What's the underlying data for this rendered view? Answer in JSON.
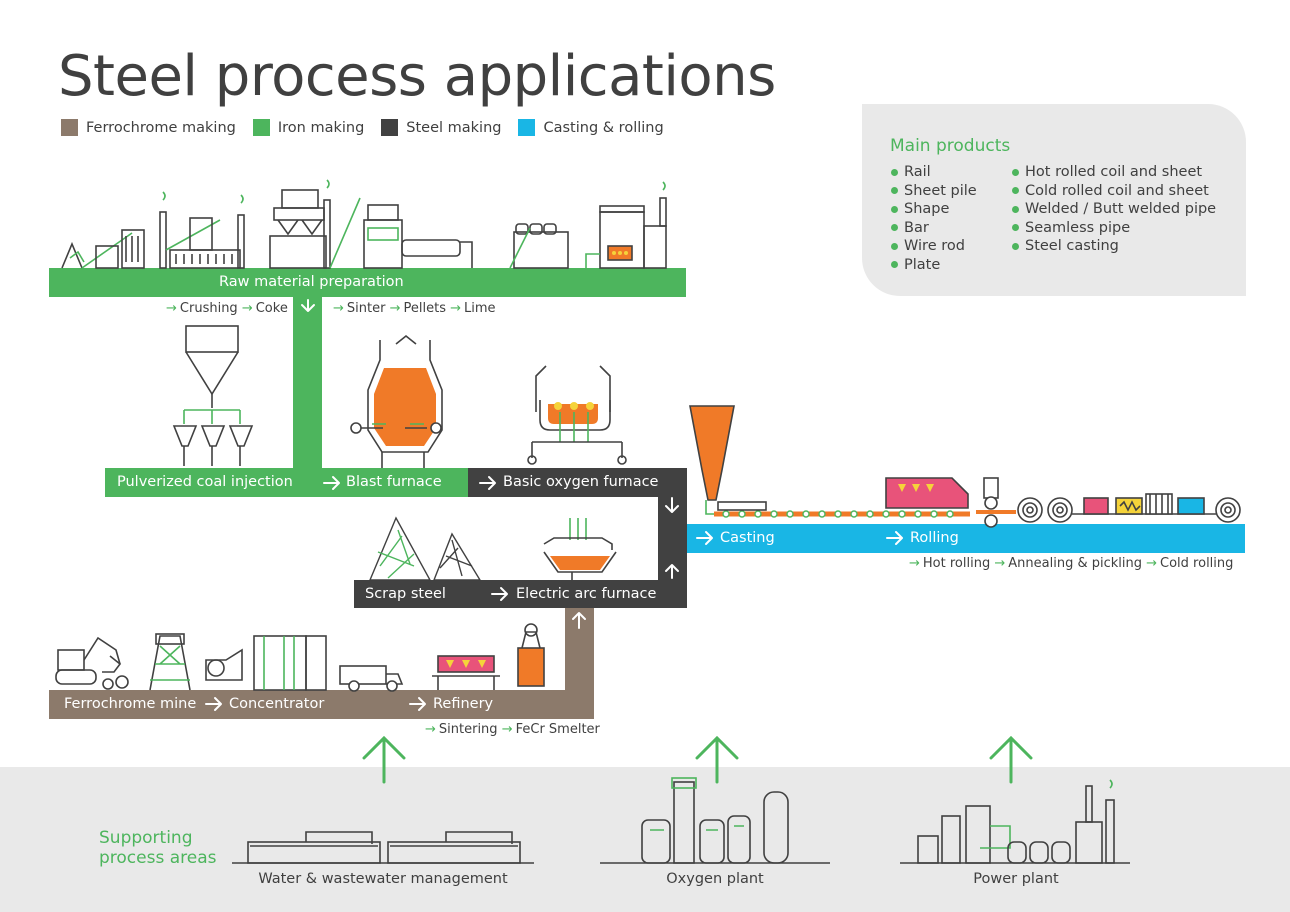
{
  "title": "Steel process applications",
  "legend": [
    {
      "label": "Ferrochrome making",
      "color": "#8c7a6b"
    },
    {
      "label": "Iron making",
      "color": "#4db55d"
    },
    {
      "label": "Steel making",
      "color": "#414141"
    },
    {
      "label": "Casting & rolling",
      "color": "#19b6e5"
    }
  ],
  "products": {
    "title": "Main products",
    "col1": [
      "Rail",
      "Sheet pile",
      "Shape",
      "Bar",
      "Wire rod",
      "Plate"
    ],
    "col2": [
      "Hot rolled coil and sheet",
      "Cold rolled coil and sheet",
      "Welded / Butt welded pipe",
      "Seamless pipe",
      "Steel casting"
    ]
  },
  "stages": {
    "raw": "Raw material preparation",
    "pulverized": "Pulverized coal injection",
    "blast": "Blast furnace",
    "bof": "Basic oxygen furnace",
    "scrap": "Scrap steel",
    "eaf": "Electric arc furnace",
    "casting": "Casting",
    "rolling": "Rolling",
    "mine": "Ferrochrome mine",
    "concentrator": "Concentrator",
    "refinery": "Refinery"
  },
  "substeps": {
    "raw_left": [
      "Crushing",
      "Coke"
    ],
    "raw_right": [
      "Sinter",
      "Pellets",
      "Lime"
    ],
    "rolling": [
      "Hot rolling",
      "Annealing & pickling",
      "Cold rolling"
    ],
    "refinery": [
      "Sintering",
      "FeCr Smelter"
    ]
  },
  "support": {
    "title_line1": "Supporting",
    "title_line2": "process areas",
    "areas": [
      "Water & wastewater management",
      "Oxygen plant",
      "Power plant"
    ]
  },
  "colors": {
    "green": "#4db55d",
    "brown": "#8c7a6b",
    "dark": "#414141",
    "blue": "#19b6e5",
    "orange": "#f07a28",
    "pink": "#e8537a",
    "yellow": "#f5d33a",
    "panel": "#e9e9e9"
  }
}
